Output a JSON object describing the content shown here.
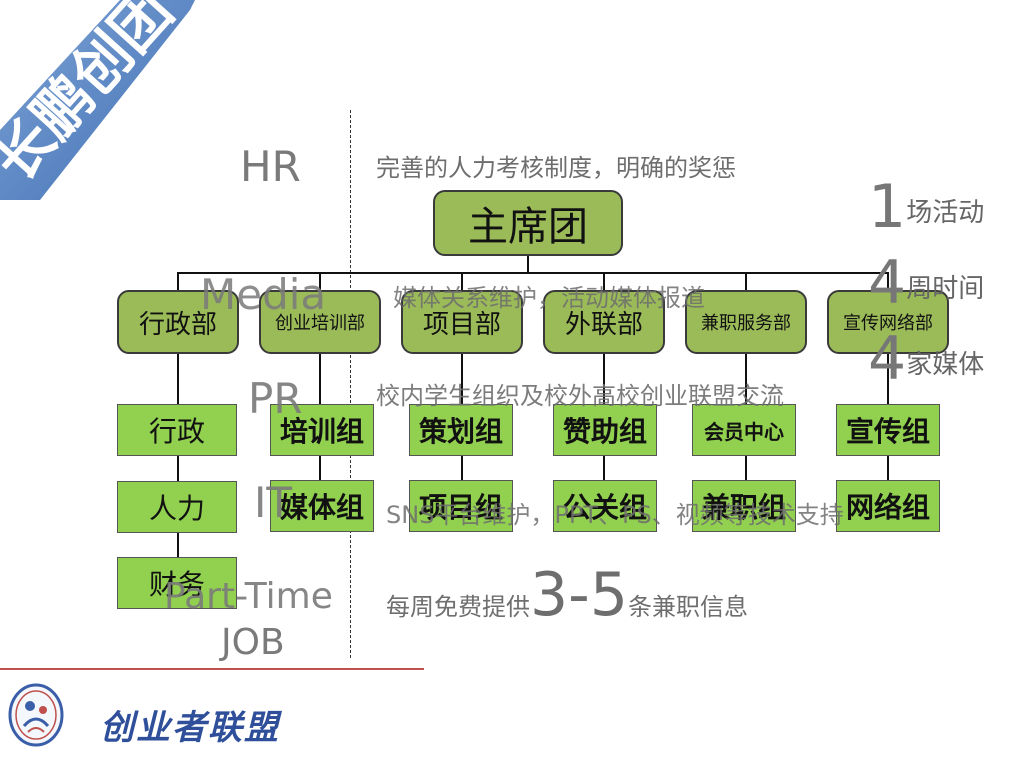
{
  "banner": {
    "text": "长鹏创团"
  },
  "chart": {
    "root": "主席团",
    "departments": [
      "行政部",
      "创业培训部",
      "项目部",
      "外联部",
      "兼职服务部",
      "宣传网络部"
    ],
    "admin_groups": [
      "行政",
      "人力",
      "财务"
    ],
    "row1_groups": [
      "培训组",
      "策划组",
      "赞助组",
      "会员中心",
      "宣传组"
    ],
    "row2_groups": [
      "媒体组",
      "项目组",
      "公关组",
      "兼职组",
      "网络组"
    ]
  },
  "labels": {
    "hr": "HR",
    "media": "Media",
    "pr": "PR",
    "it": "IT",
    "parttime_1": "Part-Time",
    "parttime_2": "JOB"
  },
  "descriptions": {
    "hr": "完善的人力考核制度，明确的奖惩",
    "media": "媒体关系维护，活动媒体报道",
    "pr": "校内学生组织及校外高校创业联盟交流",
    "it": "SNS平台维护，PPT、PS、视频等技术支持",
    "job_prefix": "每周免费提供",
    "job_number": "3-5",
    "job_suffix": "条兼职信息"
  },
  "stats": [
    {
      "num": "1",
      "text": "场活动"
    },
    {
      "num": "4",
      "text": "周时间"
    },
    {
      "num": "4",
      "text": "家媒体"
    }
  ],
  "footer": {
    "brand": "创业者联盟"
  },
  "colors": {
    "dept_fill": "#9bbb59",
    "group_fill": "#92d050",
    "accent_line": "#c0504d",
    "banner": "#4f81bd"
  }
}
